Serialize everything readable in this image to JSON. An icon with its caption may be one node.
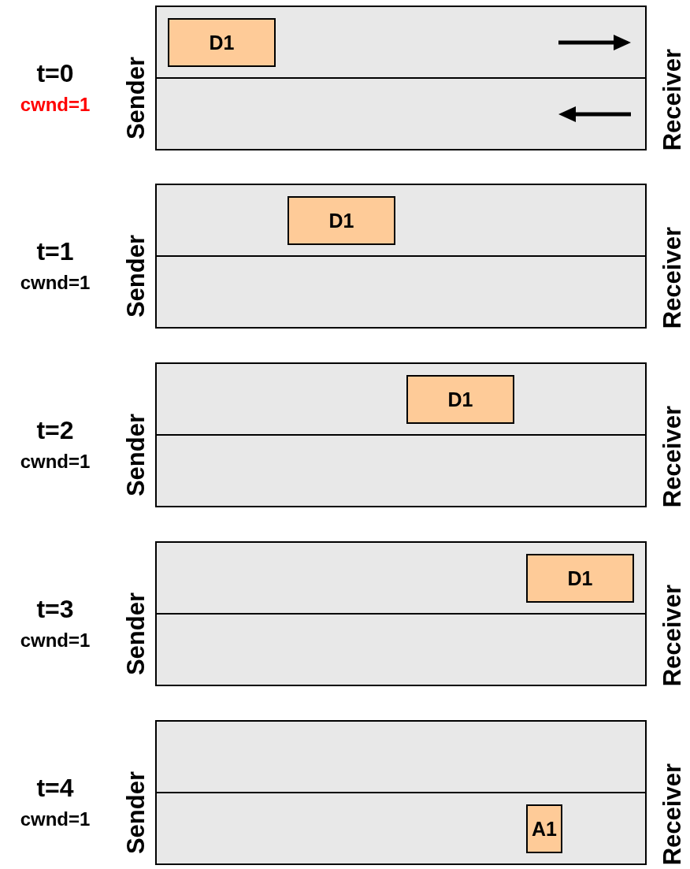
{
  "diagram": {
    "nodes": [
      {
        "text": [
          "Sender",
          "Receiver"
        ],
        "beside": [
          "t=0",
          "cwnd=1"
        ]
      },
      {
        "text": [
          "D1"
        ],
        "in": 0
      },
      {
        "text": [
          "Sender",
          "Receiver"
        ],
        "beside": [
          "t=1",
          "cwnd=1"
        ]
      },
      {
        "text": [
          "D1"
        ],
        "in": 2
      },
      {
        "text": [
          "Sender",
          "Receiver"
        ],
        "beside": [
          "t=2",
          "cwnd=1"
        ]
      },
      {
        "text": [
          "D1"
        ],
        "in": 4
      },
      {
        "text": [
          "Sender",
          "Receiver"
        ],
        "beside": [
          "t=3",
          "cwnd=1"
        ]
      },
      {
        "text": [
          "D1"
        ],
        "in": 6
      },
      {
        "text": [
          "Sender",
          "Receiver"
        ],
        "beside": [
          "t=4",
          "cwnd=1"
        ]
      },
      {
        "text": [
          "A1"
        ],
        "in": 8
      }
    ]
  }
}
